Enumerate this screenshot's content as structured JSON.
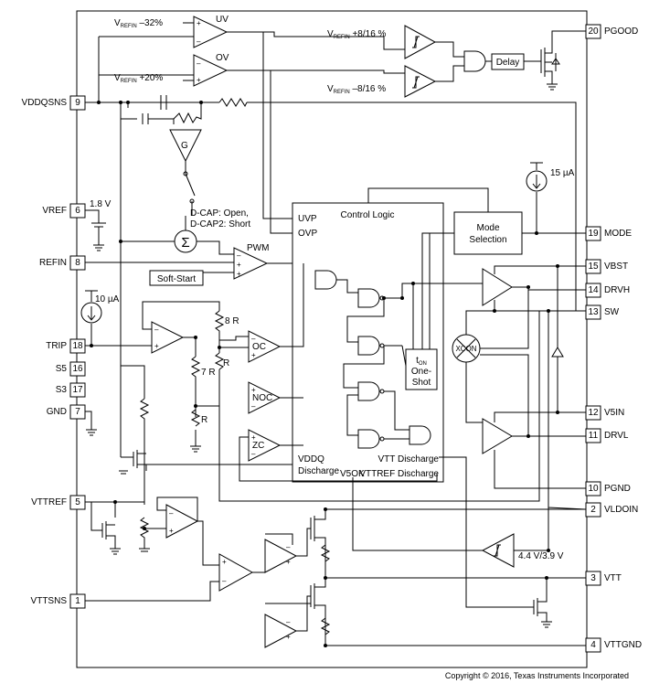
{
  "pins_left": [
    {
      "num": "9",
      "name": "VDDQSNS"
    },
    {
      "num": "6",
      "name": "VREF"
    },
    {
      "num": "8",
      "name": "REFIN"
    },
    {
      "num": "18",
      "name": "TRIP"
    },
    {
      "num": "16",
      "name": "S5"
    },
    {
      "num": "17",
      "name": "S3"
    },
    {
      "num": "7",
      "name": "GND"
    },
    {
      "num": "5",
      "name": "VTTREF"
    },
    {
      "num": "1",
      "name": "VTTSNS"
    }
  ],
  "pins_right": [
    {
      "num": "20",
      "name": "PGOOD"
    },
    {
      "num": "19",
      "name": "MODE"
    },
    {
      "num": "15",
      "name": "VBST"
    },
    {
      "num": "14",
      "name": "DRVH"
    },
    {
      "num": "13",
      "name": "SW"
    },
    {
      "num": "12",
      "name": "V5IN"
    },
    {
      "num": "11",
      "name": "DRVL"
    },
    {
      "num": "10",
      "name": "PGND"
    },
    {
      "num": "2",
      "name": "VLDOIN"
    },
    {
      "num": "3",
      "name": "VTT"
    },
    {
      "num": "4",
      "name": "VTTGND"
    }
  ],
  "labels": {
    "uv_ref_prefix": "V",
    "uv_ref_sub": "REFIN",
    "uv_ref_suffix": " –32%",
    "ov_ref_suffix": " +20%",
    "uv": "UV",
    "ov": "OV",
    "pg_high_suffix": " +8/16 %",
    "pg_low_suffix": " –8/16 %",
    "delay": "Delay",
    "g_amp": "G",
    "dcap": "D-CAP: Open,",
    "dcap2": "D-CAP2: Short",
    "sigma": "Σ",
    "vref_value": "1.8 V",
    "pwm": "PWM",
    "soft_start": "Soft-Start",
    "trip_current": "10 µA",
    "mode_current": "15 µA",
    "control_logic": "Control Logic",
    "uvp": "UVP",
    "ovp": "OVP",
    "mode_sel_1": "Mode",
    "mode_sel_2": "Selection",
    "ton_t": "t",
    "ton_sub": "ON",
    "one": "One-",
    "shot": "Shot",
    "xcon": "XCON",
    "oc": "OC",
    "noc": "NOC",
    "zc": "ZC",
    "r8": "8 R",
    "r7": "7 R",
    "r_a": "R",
    "r_b": "R",
    "vddq_discharge_1": "VDDQ",
    "vddq_discharge_2": "Discharge",
    "vtt_discharge": "VTT Discharge",
    "v5ok": "V5OK",
    "vttref_discharge": "VTTREF Discharge",
    "uvlo": "4.4 V/3.9 V",
    "copyright": "Copyright © 2016, Texas Instruments Incorporated"
  }
}
